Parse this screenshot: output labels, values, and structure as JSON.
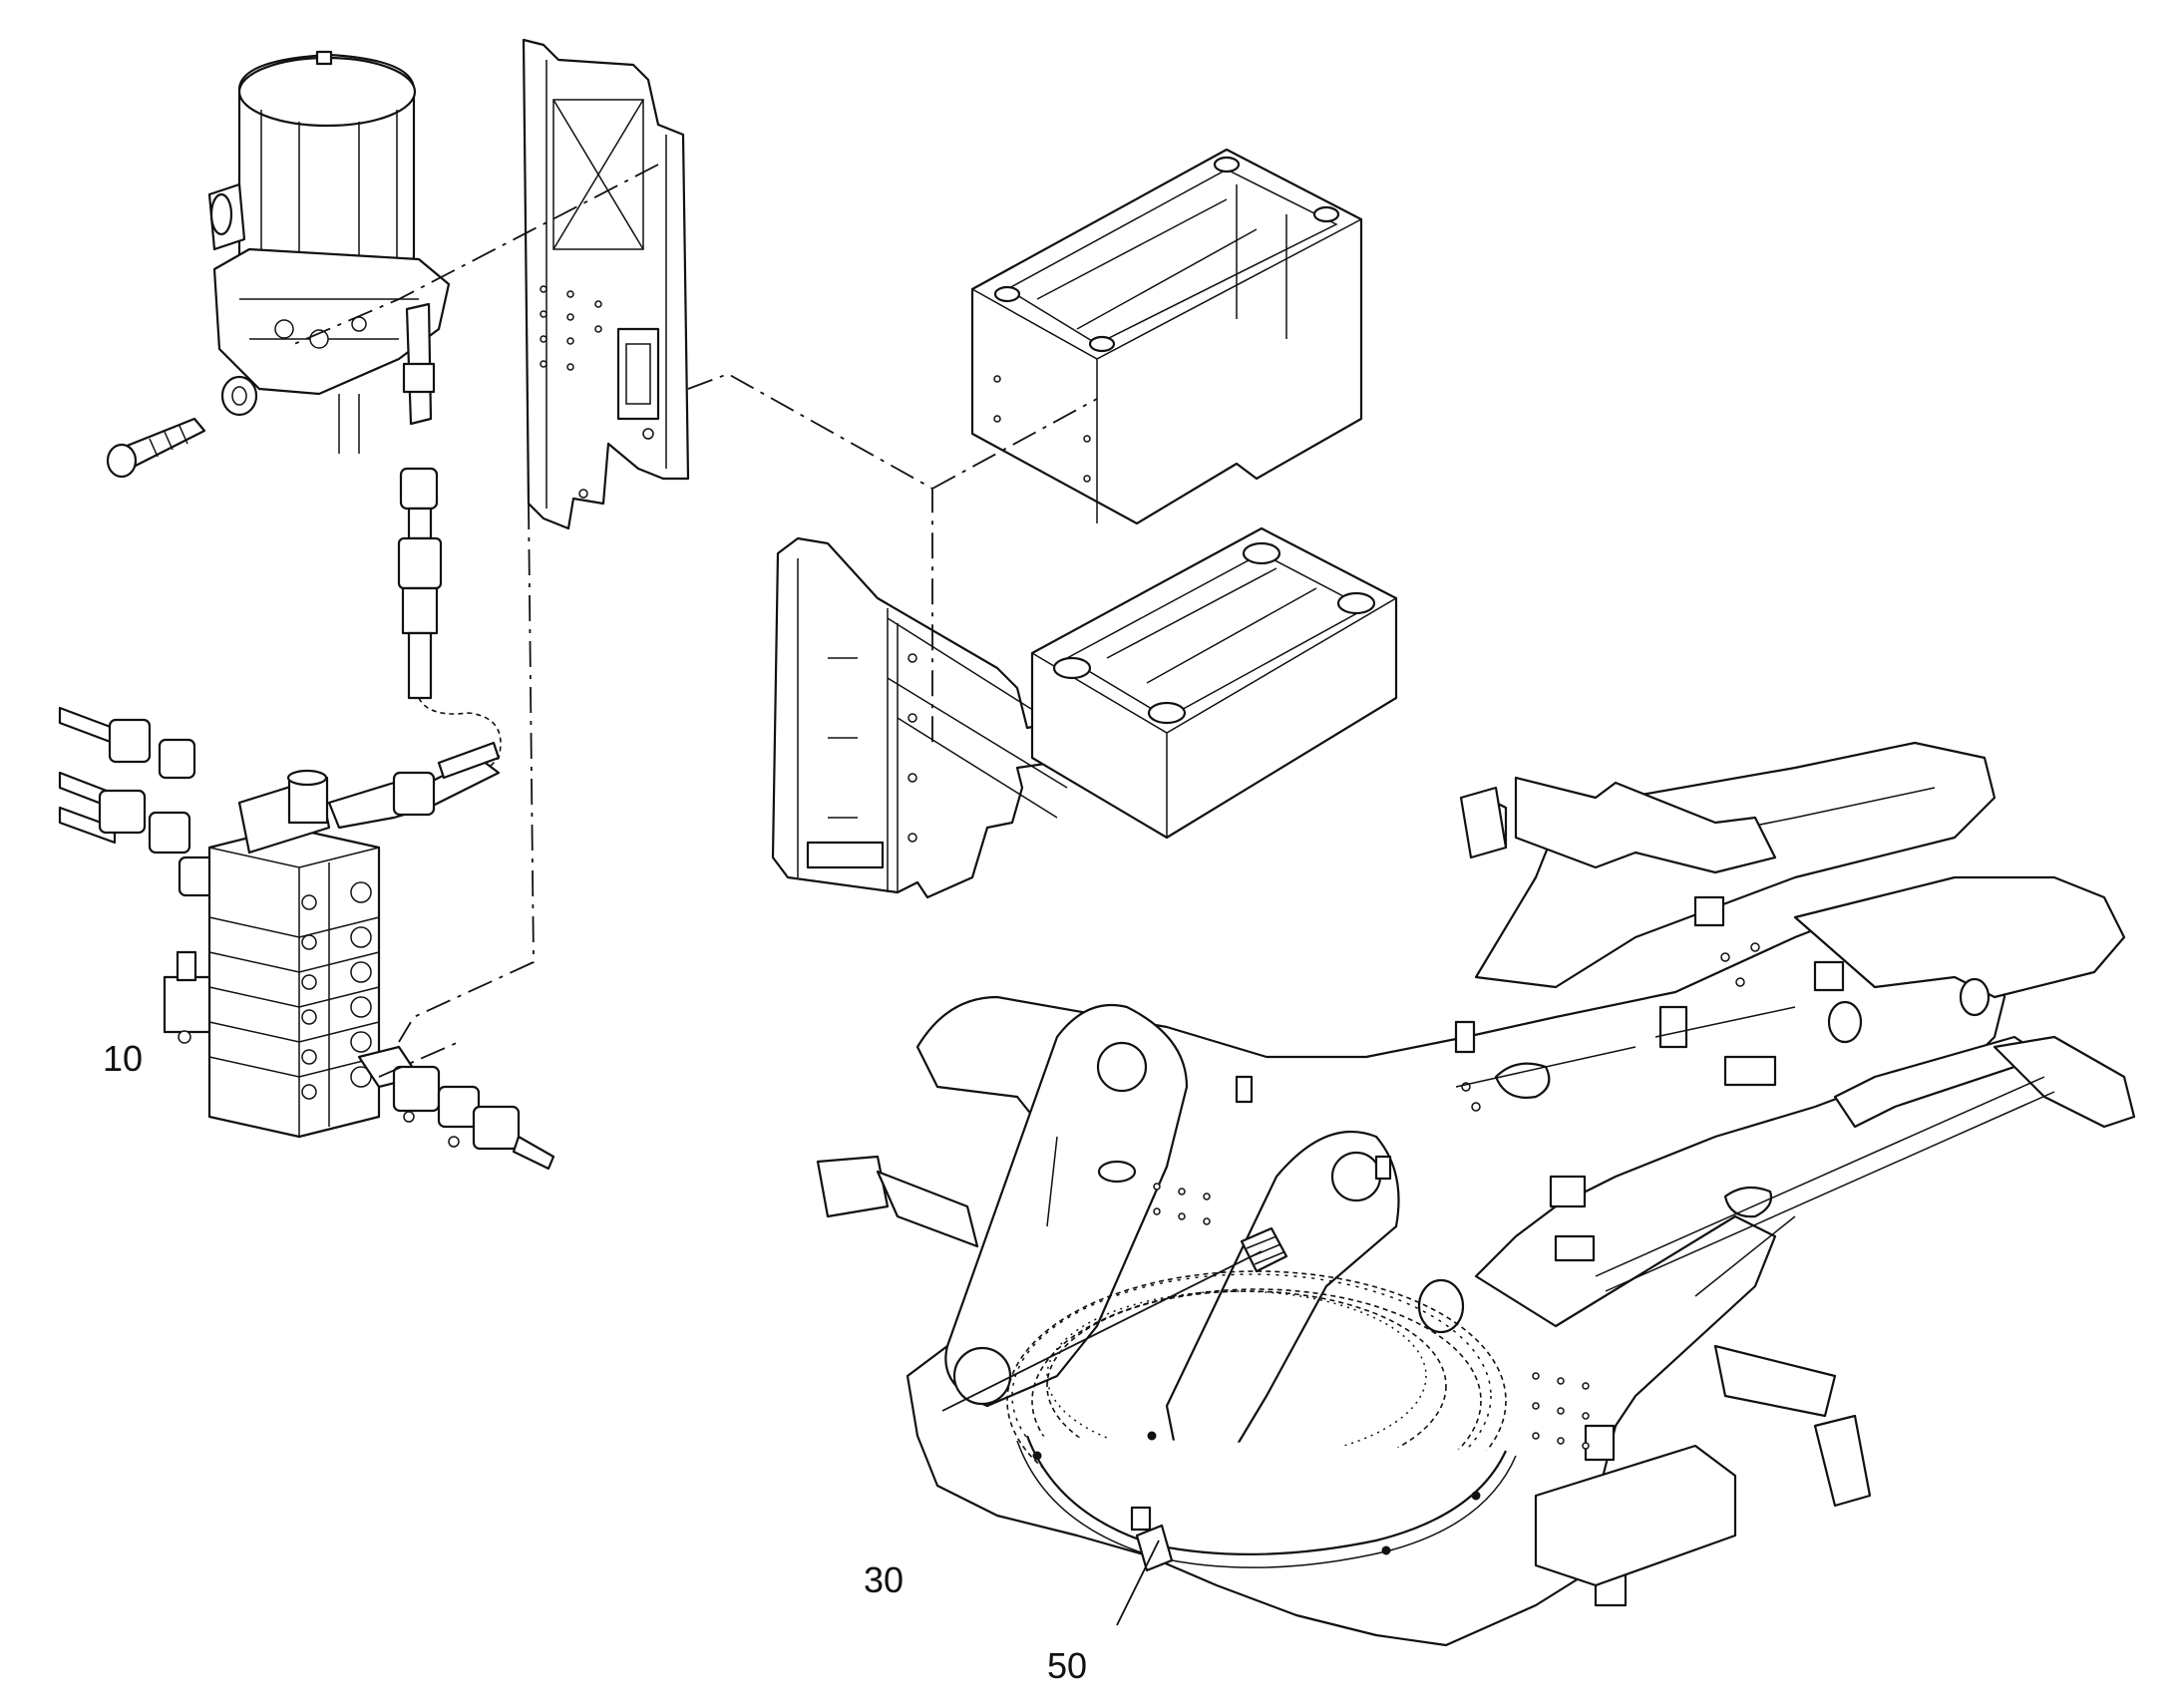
{
  "callouts": [
    {
      "id": "10",
      "label": "10"
    },
    {
      "id": "30",
      "label": "30"
    },
    {
      "id": "50",
      "label": "50"
    }
  ],
  "colors": {
    "line": "#111111",
    "background": "#ffffff"
  },
  "components": [
    "lubrication-pump",
    "mounting-plate",
    "distributor-block",
    "counterweight-box",
    "battery-box",
    "upper-frame",
    "slewing-ring"
  ]
}
